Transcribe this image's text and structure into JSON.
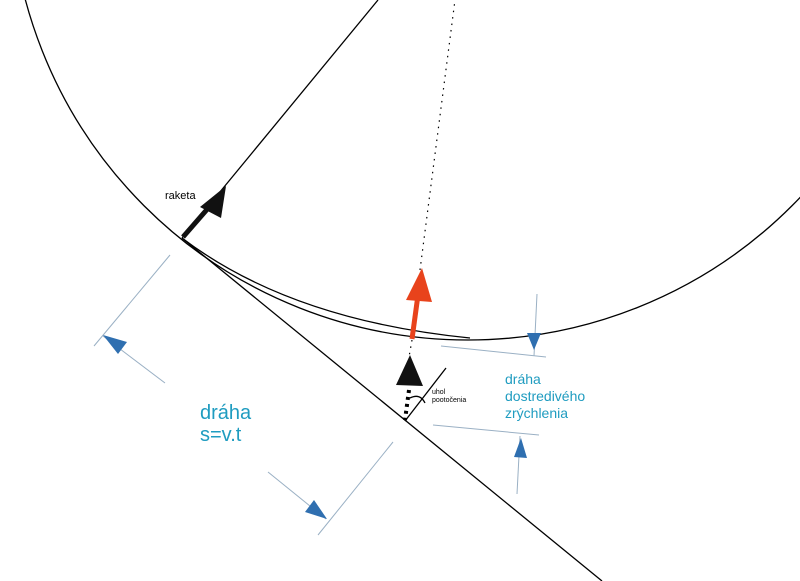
{
  "labels": {
    "rocket": "raketa",
    "rotation_angle_line1": "uhol",
    "rotation_angle_line2": "pootočenia",
    "path_line1": "dráha",
    "path_line2": "s=v.t",
    "centripetal_line1": "dráha",
    "centripetal_line2": "dostredivého",
    "centripetal_line3": "zrýchlenia"
  },
  "colors": {
    "line": "#000000",
    "red_arrow": "#e8431c",
    "dimension_arrow": "#2f6fb0",
    "dimension_line": "#9ab0c4",
    "label_blue": "#1f9cc0"
  }
}
